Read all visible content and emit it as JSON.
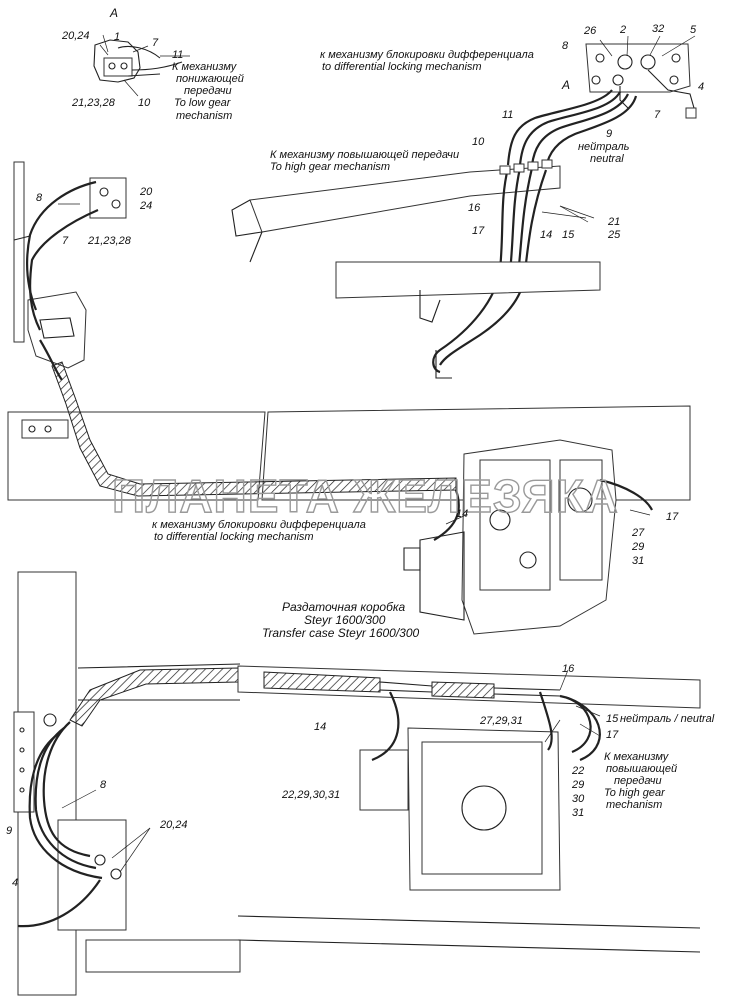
{
  "watermark": "ПЛАНЕТА ЖЕЛЕЗЯКА",
  "view_letter_a": "A",
  "view_letter_a2": "A",
  "captions": {
    "low_gear_ru_1": "К механизму",
    "low_gear_ru_2": "понижающей",
    "low_gear_ru_3": "передачи",
    "low_gear_en_1": "To low gear",
    "low_gear_en_2": "mechanism",
    "diff_lock_ru_top": "к механизму блокировки дифференциала",
    "diff_lock_en_top": "to differential  locking mechanism",
    "high_gear_ru_top": "К механизму повышающей передачи",
    "high_gear_en_top": "To high gear mechanism",
    "neutral_ru": "нейтраль",
    "neutral_en": "neutral",
    "diff_lock_ru_mid": "к механизму блокировки дифференциала",
    "diff_lock_en_mid": "to differential  locking mechanism",
    "transfer_ru_1": "Раздаточная коробка",
    "transfer_ru_2": "Steyr 1600/300",
    "transfer_en": "Transfer case Steyr 1600/300",
    "neutral_both": "нейтраль / neutral",
    "high_gear_ru_b1": "К механизму",
    "high_gear_ru_b2": "повышающей",
    "high_gear_ru_b3": "передачи",
    "high_gear_en_b1": "To high gear",
    "high_gear_en_b2": "mechanism"
  },
  "callouts": {
    "c_20_24_a": "20,24",
    "c_1": "1",
    "c_7_a": "7",
    "c_11_a": "11",
    "c_21_23_28_a": "21,23,28",
    "c_10_a": "10",
    "c_26": "26",
    "c_2": "2",
    "c_32": "32",
    "c_5": "5",
    "c_8_tr": "8",
    "c_4_tr": "4",
    "c_7_tr": "7",
    "c_11_tr": "11",
    "c_10_tr": "10",
    "c_9_tr": "9",
    "c_16_tr": "16",
    "c_17_tr": "17",
    "c_14_tr": "14",
    "c_15_tr": "15",
    "c_21_tr": "21",
    "c_25_tr": "25",
    "c_8_l": "8",
    "c_20_l": "20",
    "c_24_l": "24",
    "c_7_l": "7",
    "c_21_23_28_l": "21,23,28",
    "c_14_mid": "14",
    "c_17_mid": "17",
    "c_27_mid": "27",
    "c_29_mid": "29",
    "c_31_mid": "31",
    "c_8_bl": "8",
    "c_9_bl": "9",
    "c_4_bl": "4",
    "c_20_24_bl": "20,24",
    "c_16_br": "16",
    "c_14_br": "14",
    "c_27_29_31_br": "27,29,31",
    "c_15_br": "15",
    "c_17_br": "17",
    "c_22_29_30_31": "22,29,30,31",
    "c_22_br": "22",
    "c_29_br": "29",
    "c_30_br": "30",
    "c_31_br": "31"
  }
}
